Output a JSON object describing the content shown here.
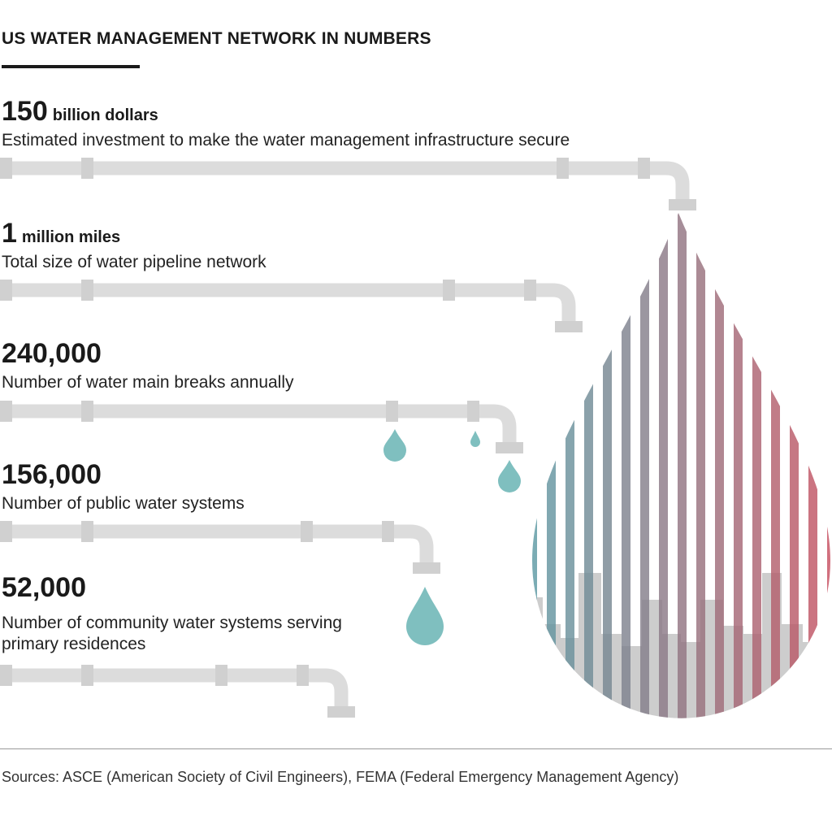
{
  "title": "US WATER MANAGEMENT NETWORK IN NUMBERS",
  "stats": [
    {
      "value": "150",
      "unit": "billion dollars",
      "description": "Estimated investment to make the water management infrastructure secure"
    },
    {
      "value": "1",
      "unit": "million miles",
      "description": "Total size of water pipeline network"
    },
    {
      "value": "240,000",
      "unit": "",
      "description": "Number of water main breaks annually"
    },
    {
      "value": "156,000",
      "unit": "",
      "description": "Number of public water systems"
    },
    {
      "value": "52,000",
      "unit": "",
      "description": "Number of community water systems serving primary residences"
    }
  ],
  "sources": "Sources: ASCE (American Society of Civil Engineers), FEMA (Federal Emergency Management Agency)",
  "colors": {
    "text": "#1a1a1a",
    "pipe": "#dcdcdc",
    "pipe_joint": "#d0d0d0",
    "droplet": "#7fbfbf",
    "stripe_start": "#5e9aa4",
    "stripe_end": "#c85060"
  },
  "icons": [
    "pipe-icon",
    "water-droplet-icon"
  ]
}
